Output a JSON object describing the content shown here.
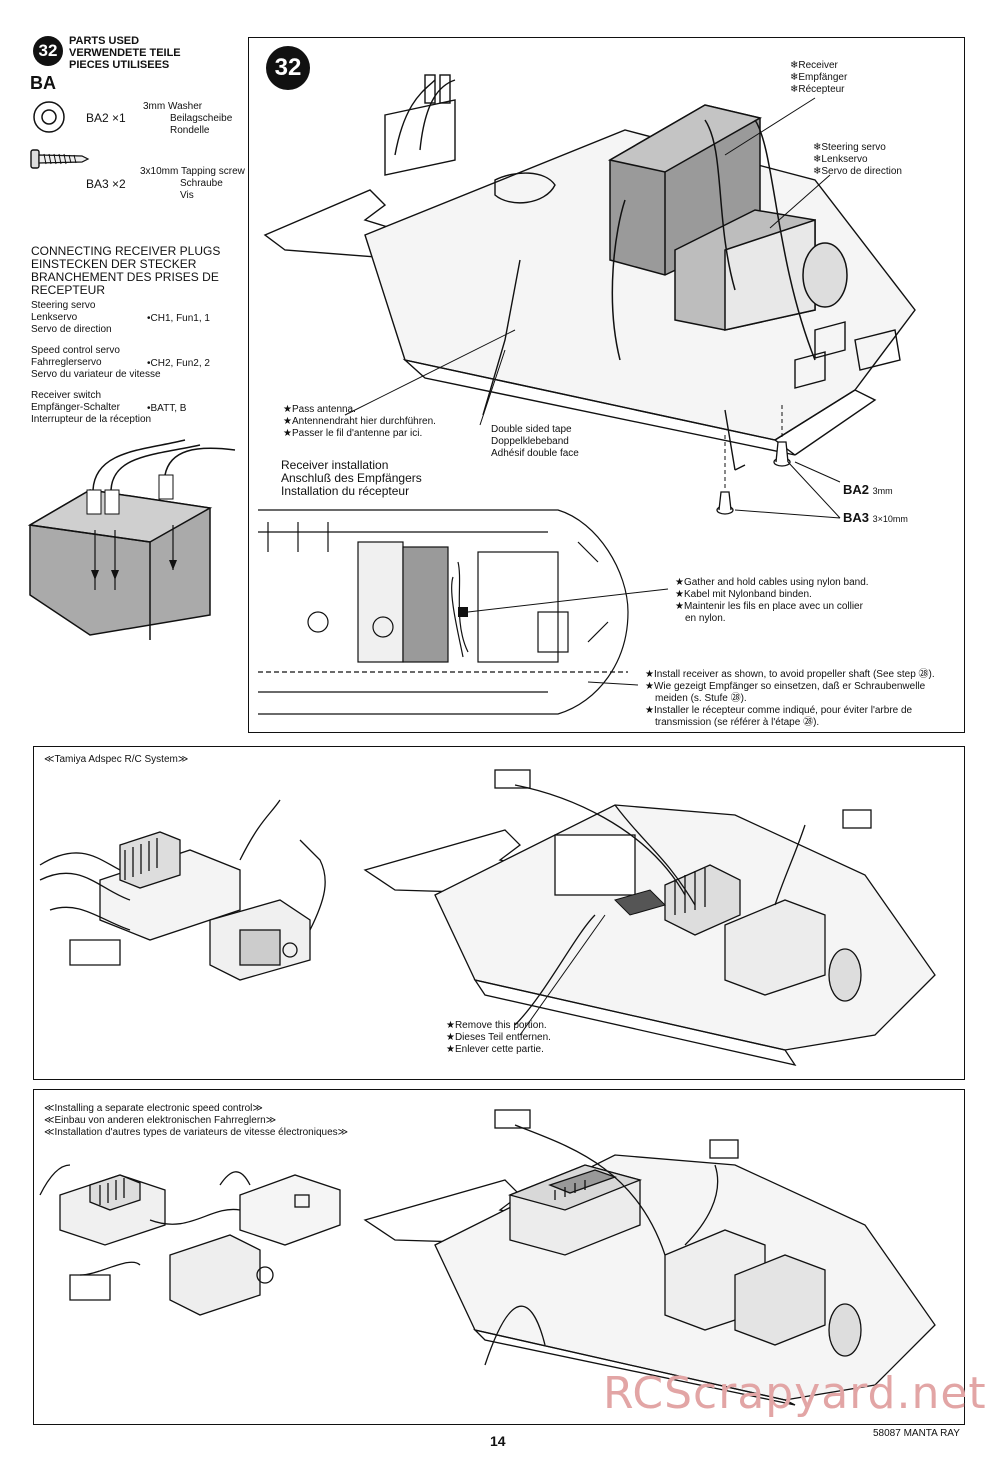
{
  "left": {
    "step": "32",
    "parts_heading": [
      "PARTS USED",
      "VERWENDETE TEILE",
      "PIECES UTILISEES"
    ],
    "bag_label": "BA",
    "parts": [
      {
        "code": "BA2",
        "qty": "×1",
        "desc": [
          "3mm Washer",
          "Beilagscheibe",
          "Rondelle"
        ],
        "icon": "washer-icon"
      },
      {
        "code": "BA3",
        "qty": "×2",
        "desc": [
          "3x10mm Tapping screw",
          "Schraube",
          "Vis"
        ],
        "icon": "screw-icon"
      }
    ],
    "connect_heading": [
      "CONNECTING RECEIVER PLUGS",
      "EINSTECKEN DER STECKER",
      "BRANCHEMENT DES PRISES DE",
      "RECEPTEUR"
    ],
    "connections": [
      {
        "names": [
          "Steering servo",
          "Lenkservo",
          "Servo de direction"
        ],
        "channel": "•CH1, Fun1, 1"
      },
      {
        "names": [
          "Speed control servo",
          "Fahrreglerservo",
          "Servo du variateur de vitesse"
        ],
        "channel": "•CH2, Fun2, 2"
      },
      {
        "names": [
          "Receiver switch",
          "Empfänger-Schalter",
          "Interrupteur de la réception"
        ],
        "channel": "•BATT, B"
      }
    ]
  },
  "main": {
    "step": "32",
    "receiver_label": [
      "❄Receiver",
      "❄Empfänger",
      "❄Récepteur"
    ],
    "steering_servo_label": [
      "❄Steering servo",
      "❄Lenkservo",
      "❄Servo de direction"
    ],
    "antenna_note": [
      "★Pass antenna.",
      "★Antennendraht hier durchführen.",
      "★Passer le fil d'antenne par ici."
    ],
    "tape_note": [
      "Double sided tape",
      "Doppelklebeband",
      "Adhésif double face"
    ],
    "ba2_callout": "BA2",
    "ba2_size": "3mm",
    "ba3_callout": "BA3",
    "ba3_size": "3×10mm",
    "install_heading": [
      "Receiver installation",
      "Anschluß des Empfängers",
      "Installation du récepteur"
    ],
    "gather_note": [
      "★Gather and hold cables using nylon band.",
      "★Kabel mit Nylonband binden.",
      "★Maintenir les fils en place avec un collier",
      "en nylon."
    ],
    "shaft_note": [
      "★Install receiver as shown, to avoid propeller shaft (See step ㉘).",
      "★Wie gezeigt Empfänger so einsetzen, daß er Schraubenwelle",
      "meiden (s. Stufe ㉘).",
      "★Installer le récepteur comme indiqué, pour éviter l'arbre de",
      "transmission (se référer à l'étape ㉘)."
    ]
  },
  "adspec": {
    "title": "≪Tamiya Adspec R/C System≫",
    "remove_note": [
      "★Remove this portion.",
      "★Dieses Teil entfernen.",
      "★Enlever cette partie."
    ]
  },
  "esc": {
    "title": [
      "≪Installing a separate electronic speed control≫",
      "≪Einbau von anderen elektronischen Fahrreglern≫",
      "≪Installation d'autres types de variateurs de vitesse électroniques≫"
    ]
  },
  "footer": {
    "page": "14",
    "model": "58087 MANTA RAY",
    "watermark": "RCScrapyard.net"
  }
}
